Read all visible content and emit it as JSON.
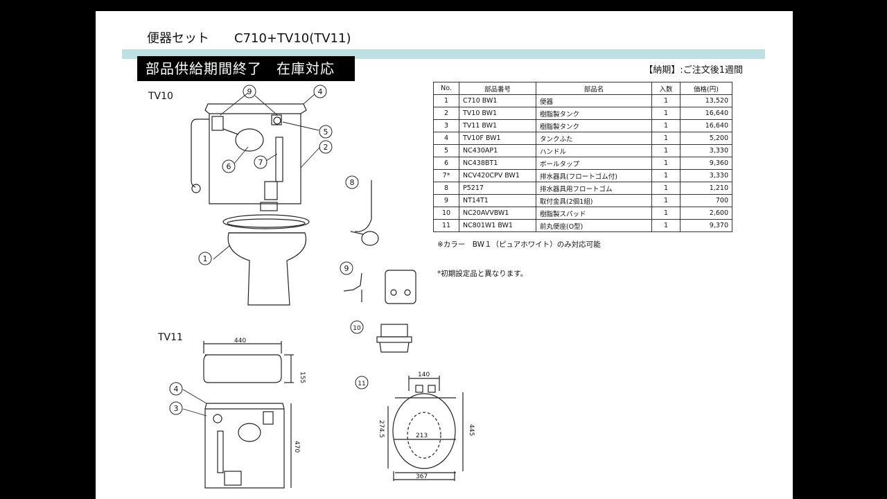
{
  "title": "便器セット　　C710+TV10(TV11)",
  "banner": "部品供給期間終了　在庫対応",
  "delivery": "【納期】:ご注文後1週間",
  "labels": {
    "tv10": "TV10",
    "tv11": "TV11"
  },
  "table": {
    "headers": [
      "No.",
      "部品番号",
      "部品名",
      "入数",
      "価格(円)"
    ],
    "rows": [
      [
        "1",
        "C710 BW1",
        "便器",
        "1",
        "13,520"
      ],
      [
        "2",
        "TV10 BW1",
        "樹脂製タンク",
        "1",
        "16,640"
      ],
      [
        "3",
        "TV11 BW1",
        "樹脂製タンク",
        "1",
        "16,640"
      ],
      [
        "4",
        "TV10F BW1",
        "タンクふた",
        "1",
        "5,200"
      ],
      [
        "5",
        "NC430AP1",
        "ハンドル",
        "1",
        "3,330"
      ],
      [
        "6",
        "NC438BT1",
        "ボールタップ",
        "1",
        "9,360"
      ],
      [
        "7*",
        "NCV420CPV BW1",
        "排水器具(フロートゴム付)",
        "1",
        "3,330"
      ],
      [
        "8",
        "P5217",
        "排水器具用フロートゴム",
        "1",
        "1,210"
      ],
      [
        "9",
        "NT14T1",
        "取付金具(2個1組)",
        "1",
        "700"
      ],
      [
        "10",
        "NC20AVVBW1",
        "樹脂製スパッド",
        "1",
        "2,600"
      ],
      [
        "11",
        "NC801W1 BW1",
        "前丸便座(O型)",
        "1",
        "9,370"
      ]
    ]
  },
  "notes": {
    "color": "※カラー　BW１（ピュアホワイト）のみ対応可能",
    "initial": "*初期設定品と異なります。"
  },
  "callouts": {
    "c1": "1",
    "c2": "2",
    "c3": "3",
    "c4": "4",
    "c5": "5",
    "c6": "6",
    "c7": "7",
    "c8": "8",
    "c9": "9",
    "c10": "10",
    "c11": "11"
  },
  "dimensions": {
    "lid_width": "440",
    "lid_height": "155",
    "tank_height": "470",
    "seat_hinge": "140",
    "seat_depth": "445",
    "seat_inner": "274.5",
    "seat_opening": "213",
    "seat_width": "367"
  }
}
